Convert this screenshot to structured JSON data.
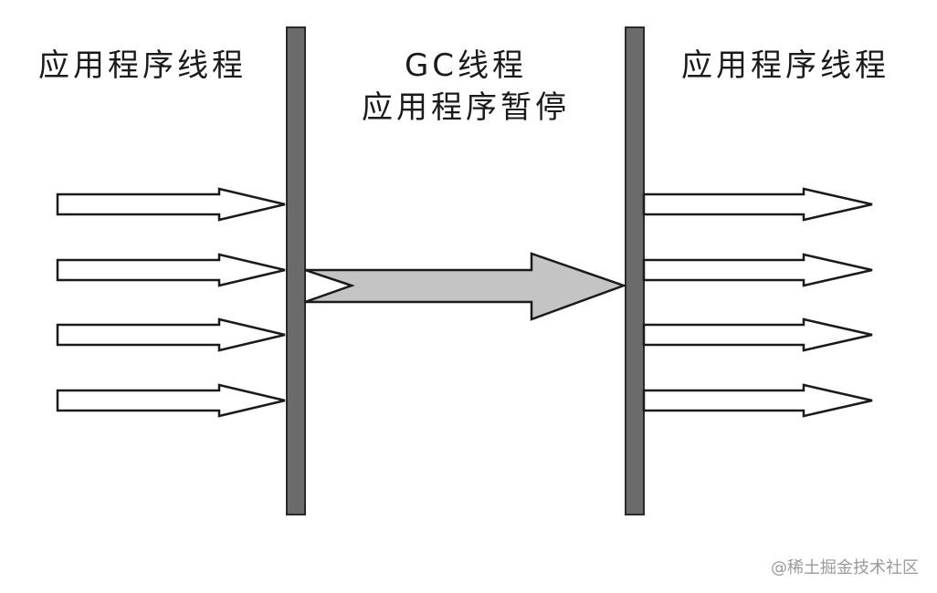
{
  "labels": {
    "left_threads": "应用程序线程",
    "gc_thread": "GC线程",
    "app_paused": "应用程序暂停",
    "right_threads": "应用程序线程"
  },
  "watermark": "@稀土掘金技术社区",
  "colors": {
    "barrier_fill": "#6b6b6b",
    "barrier_stroke": "#2a2a2a",
    "gc_arrow_fill": "#c4c4c4",
    "thread_arrow_fill": "#ffffff",
    "stroke": "#1a1a1a"
  }
}
